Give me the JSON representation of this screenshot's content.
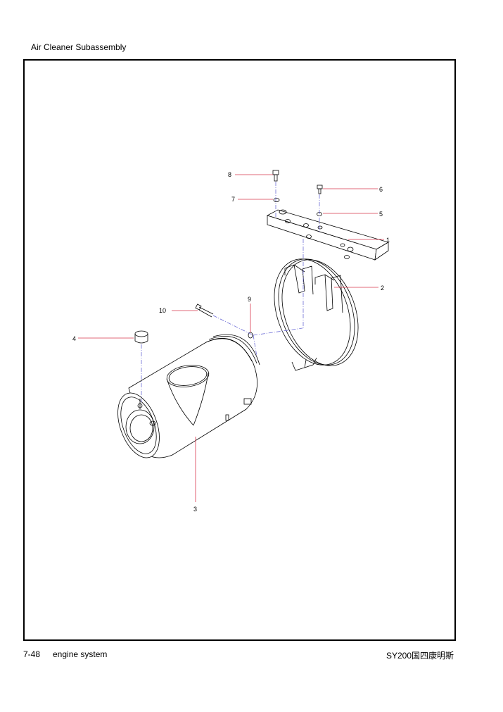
{
  "header": {
    "title": "Air Cleaner Subassembly"
  },
  "footer": {
    "page_number": "7-48",
    "section": "engine system",
    "model": "SY200国四康明斯"
  },
  "callouts": [
    {
      "id": "c8",
      "label": "8"
    },
    {
      "id": "c7",
      "label": "7"
    },
    {
      "id": "c6",
      "label": "6"
    },
    {
      "id": "c5",
      "label": "5"
    },
    {
      "id": "c1",
      "label": "1"
    },
    {
      "id": "c2",
      "label": "2"
    },
    {
      "id": "c9",
      "label": "9"
    },
    {
      "id": "c10",
      "label": "10"
    },
    {
      "id": "c4",
      "label": "4"
    },
    {
      "id": "c3",
      "label": "3"
    }
  ],
  "colors": {
    "leader": "#d9364c",
    "assembly": "#6b6bd6",
    "line": "#000000"
  }
}
